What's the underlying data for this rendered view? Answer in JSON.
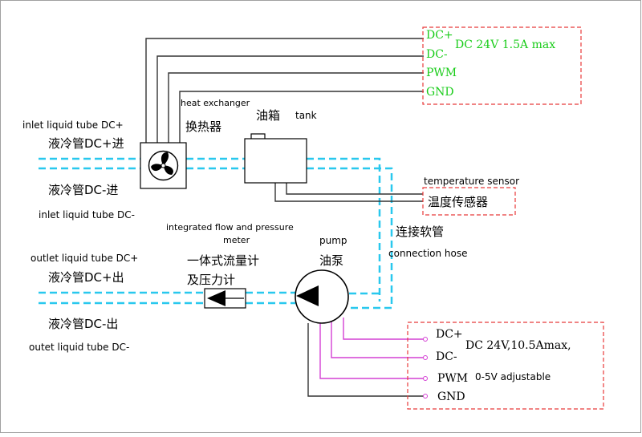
{
  "colors": {
    "wire_dark": "#333333",
    "wire_mag": "#d440d4",
    "pipe": "#29c8ee",
    "box_red": "#e83a3a",
    "power_green": "#19cc19",
    "frame_border": "#a0a0a0"
  },
  "labels": {
    "inlet_plus_en": "inlet liquid tube DC+",
    "inlet_plus_cn": "液冷管DC+进",
    "inlet_minus_cn": "液冷管DC-进",
    "inlet_minus_en": "inlet liquid tube DC-",
    "outlet_plus_en": "outlet liquid tube DC+",
    "outlet_plus_cn": "液冷管DC+出",
    "outlet_minus_cn": "液冷管DC-出",
    "outlet_minus_en": "outet liquid tube DC-",
    "heat_exchanger_en": "heat exchanger",
    "heat_exchanger_cn": "换热器",
    "tank_cn": "油箱",
    "tank_en": "tank",
    "temp_sensor_en": "temperature sensor",
    "temp_sensor_cn": "温度传感器",
    "hose_cn": "连接软管",
    "hose_en": "connection hose",
    "flow_meter_en_1": "integrated flow and pressure",
    "flow_meter_en_2": "meter",
    "flow_meter_cn_1": "一体式流量计",
    "flow_meter_cn_2": "及压力计",
    "pump_en": "pump",
    "pump_cn": "油泵"
  },
  "fan_power": {
    "pins": [
      "DC+",
      "DC-",
      "PWM",
      "GND"
    ],
    "spec": "DC 24V 1.5A max"
  },
  "pump_power": {
    "pins": [
      "DC+",
      "DC-",
      "PWM",
      "GND"
    ],
    "spec": "DC 24V,10.5Amax,",
    "pwm_note": "0-5V adjustable"
  }
}
